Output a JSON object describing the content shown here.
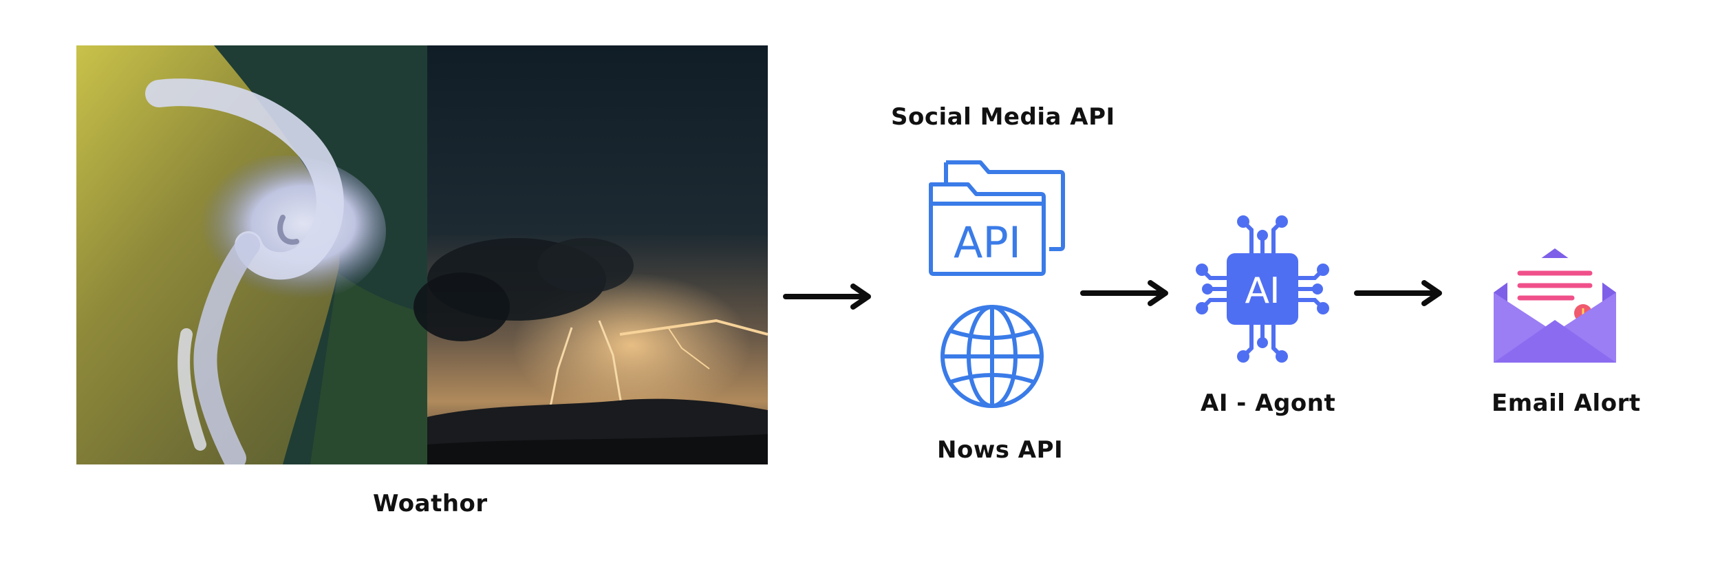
{
  "diagram": {
    "weather_label": "Woathor",
    "social_label": "Social Media API",
    "news_label": "Nows API",
    "agent_label": "AI - Agont",
    "email_label": "Email Alort",
    "api_icon_text": "API",
    "ai_icon_text": "AI"
  },
  "colors": {
    "icon_blue": "#3a7be8",
    "agent_blue": "#4f6ff2",
    "email_purple": "#8b6cf0",
    "email_paper_line": "#f0508a",
    "arrow": "#0d0d0d"
  },
  "icons": [
    "satellite-hurricane-image",
    "storm-lightning-image",
    "api-folder-icon",
    "globe-icon",
    "ai-chip-icon",
    "email-alert-icon",
    "arrow-right-icon"
  ]
}
